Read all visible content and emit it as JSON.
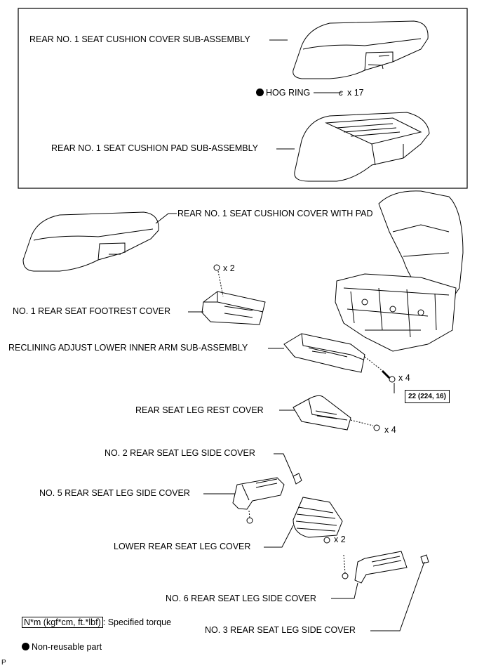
{
  "parts": {
    "cushion_cover_sub": "REAR NO. 1 SEAT CUSHION COVER SUB-ASSEMBLY",
    "hog_ring": "HOG RING",
    "hog_ring_qty": "x 17",
    "cushion_pad_sub": "REAR NO. 1 SEAT CUSHION PAD SUB-ASSEMBLY",
    "cushion_cover_with_pad": "REAR NO. 1 SEAT CUSHION COVER WITH PAD",
    "footrest_screw_qty": "x 2",
    "footrest_cover": "NO. 1 REAR SEAT FOOTREST COVER",
    "reclining_arm": "RECLINING ADJUST LOWER INNER ARM SUB-ASSEMBLY",
    "arm_bolt_qty": "x 4",
    "leg_rest_cover": "REAR SEAT LEG REST COVER",
    "leg_rest_screw_qty": "x 4",
    "leg_side_cover_2": "NO. 2 REAR SEAT LEG SIDE COVER",
    "leg_side_cover_5": "NO. 5 REAR SEAT LEG SIDE COVER",
    "lower_leg_cover": "LOWER REAR SEAT LEG COVER",
    "lower_leg_screw_qty": "x 2",
    "leg_side_cover_6": "NO. 6 REAR SEAT LEG SIDE COVER",
    "leg_side_cover_3": "NO. 3 REAR SEAT LEG SIDE COVER"
  },
  "torque": "22 (224, 16)",
  "legend": {
    "torque_unit": "N*m (kgf*cm, ft.*lbf)",
    "torque_desc": ": Specified torque",
    "non_reusable": "Non-reusable part"
  },
  "figure_code": "P"
}
